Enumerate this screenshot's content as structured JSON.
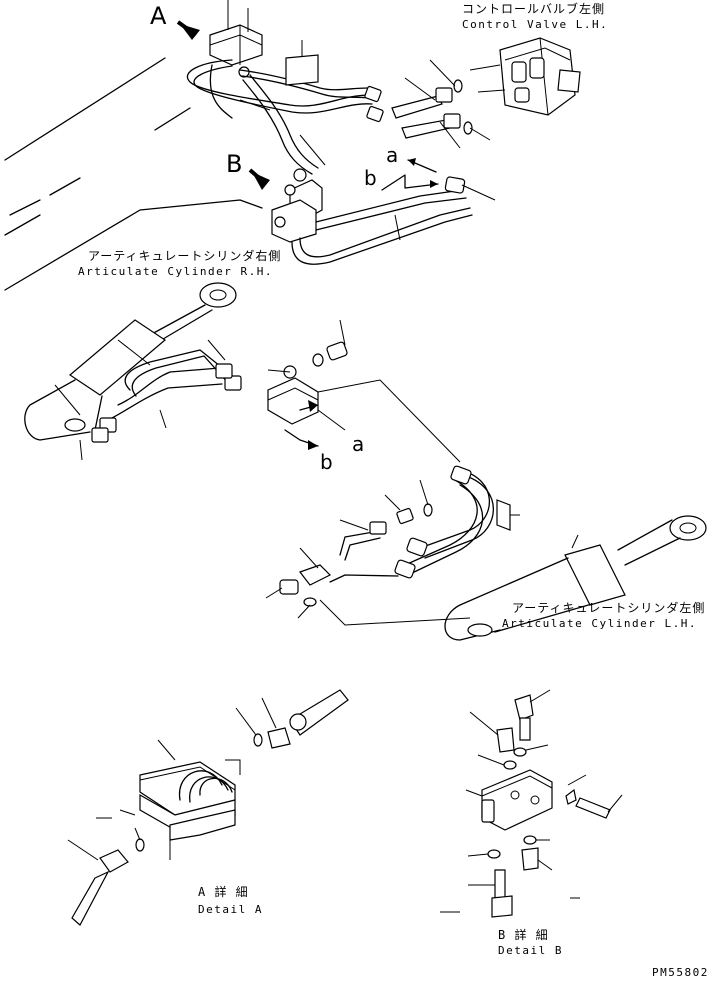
{
  "labels": {
    "view_a": "A",
    "view_b": "B",
    "arrow_a_top": "a",
    "arrow_b_top": "b",
    "arrow_a_mid": "a",
    "arrow_b_mid": "b",
    "control_valve_jp": "コントロールバルブ左側",
    "control_valve_en": "Control Valve L.H.",
    "cyl_rh_jp": "アーティキュレートシリンダ右側",
    "cyl_rh_en": "Articulate Cylinder R.H.",
    "cyl_lh_jp": "アーティキュレートシリンダ左側",
    "cyl_lh_en": "Articulate Cylinder L.H.",
    "detail_a_jp": "A 詳 細",
    "detail_a_en": "Detail A",
    "detail_b_jp": "B 詳 細",
    "detail_b_en": "Detail B",
    "drawing_no": "PM55802"
  }
}
